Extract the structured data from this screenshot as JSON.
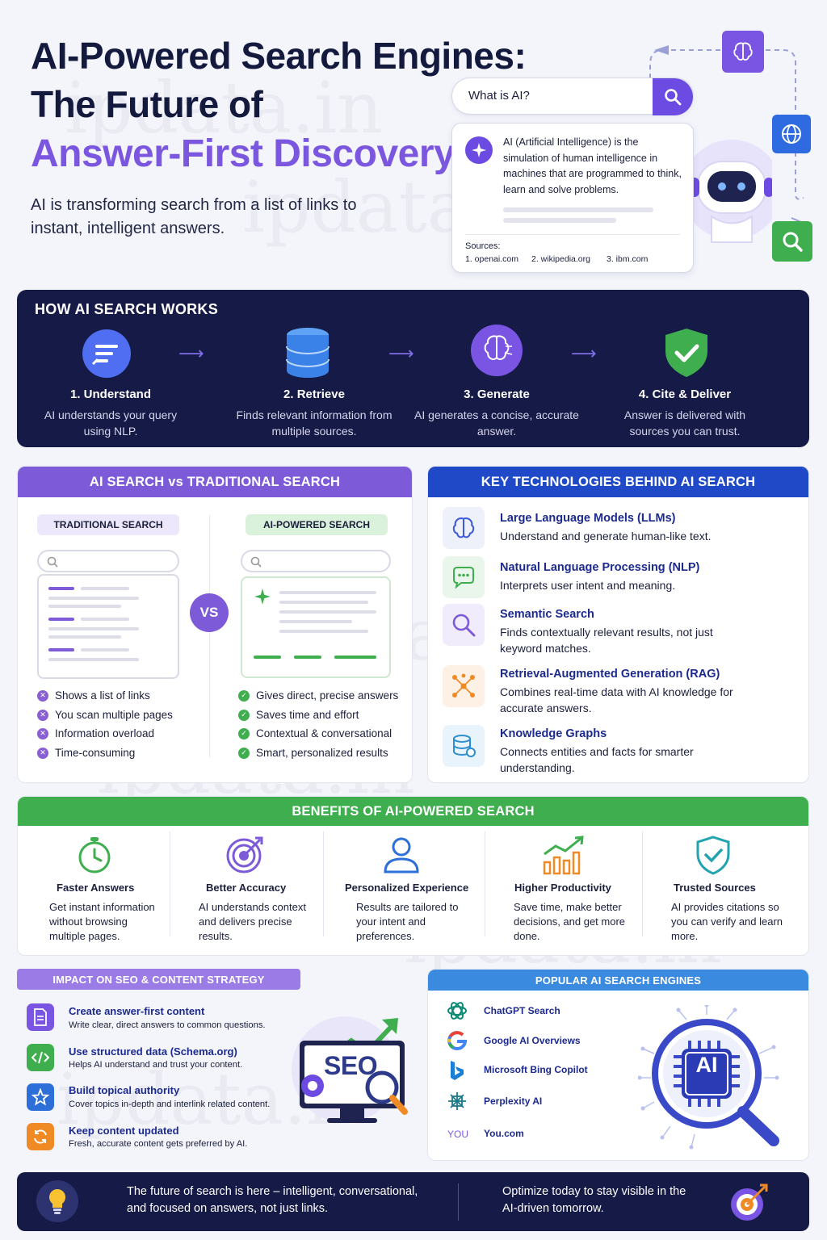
{
  "hero": {
    "title_line1": "AI-Powered Search Engines:",
    "title_line2": "The Future of",
    "title_line3": "Answer-First Discovery",
    "subtitle": "AI is transforming search from a list of links to instant, intelligent answers."
  },
  "demo": {
    "query": "What is AI?",
    "answer": "AI (Artificial Intelligence) is the simulation of human intelligence in machines that are programmed to think, learn and solve problems.",
    "sources_label": "Sources:",
    "sources": [
      "1. openai.com",
      "2. wikipedia.org",
      "3. ibm.com"
    ]
  },
  "how": {
    "title": "HOW AI SEARCH WORKS",
    "steps": [
      {
        "title": "1. Understand",
        "desc": "AI understands your query using NLP.",
        "icon": "text-lines-icon"
      },
      {
        "title": "2. Retrieve",
        "desc": "Finds relevant information from multiple sources.",
        "icon": "database-icon"
      },
      {
        "title": "3. Generate",
        "desc": "AI generates a concise, accurate answer.",
        "icon": "brain-icon"
      },
      {
        "title": "4. Cite & Deliver",
        "desc": "Answer is delivered with sources you can trust.",
        "icon": "shield-check-icon"
      }
    ]
  },
  "compare": {
    "title": "AI SEARCH vs TRADITIONAL SEARCH",
    "traditional_label": "TRADITIONAL SEARCH",
    "ai_label": "AI-POWERED SEARCH",
    "vs": "VS",
    "traditional_points": [
      "Shows a list of links",
      "You scan multiple pages",
      "Information overload",
      "Time-consuming"
    ],
    "ai_points": [
      "Gives direct, precise answers",
      "Saves time and effort",
      "Contextual & conversational",
      "Smart, personalized results"
    ]
  },
  "tech": {
    "title": "KEY TECHNOLOGIES BEHIND AI SEARCH",
    "items": [
      {
        "title": "Large Language Models (LLMs)",
        "desc": "Understand and generate human-like text."
      },
      {
        "title": "Natural Language Processing (NLP)",
        "desc": "Interprets user intent and meaning."
      },
      {
        "title": "Semantic Search",
        "desc": "Finds contextually relevant results, not just keyword matches."
      },
      {
        "title": "Retrieval-Augmented Generation (RAG)",
        "desc": "Combines real-time data with AI knowledge for accurate answers."
      },
      {
        "title": "Knowledge Graphs",
        "desc": "Connects entities and facts for smarter understanding."
      }
    ]
  },
  "benefits": {
    "title": "BENEFITS OF AI-POWERED SEARCH",
    "items": [
      {
        "title": "Faster Answers",
        "desc": "Get instant information without browsing multiple pages."
      },
      {
        "title": "Better Accuracy",
        "desc": "AI understands context and delivers precise results."
      },
      {
        "title": "Personalized Experience",
        "desc": "Results are tailored to your intent and preferences."
      },
      {
        "title": "Higher Productivity",
        "desc": "Save time, make better decisions, and get more done."
      },
      {
        "title": "Trusted Sources",
        "desc": "AI provides citations so you can verify and learn more."
      }
    ]
  },
  "seo": {
    "title": "IMPACT ON SEO & CONTENT STRATEGY",
    "badge": "SEO",
    "items": [
      {
        "title": "Create answer-first content",
        "desc": "Write clear, direct answers to common questions."
      },
      {
        "title": "Use structured data (Schema.org)",
        "desc": "Helps AI understand and trust your content."
      },
      {
        "title": "Build topical authority",
        "desc": "Cover topics in-depth and interlink related content."
      },
      {
        "title": "Keep content updated",
        "desc": "Fresh, accurate content gets preferred by AI."
      }
    ]
  },
  "engines": {
    "title": "POPULAR AI SEARCH ENGINES",
    "chip": "AI",
    "items": [
      {
        "name": "ChatGPT Search",
        "icon": "openai-icon"
      },
      {
        "name": "Google AI Overviews",
        "icon": "google-icon"
      },
      {
        "name": "Microsoft Bing Copilot",
        "icon": "bing-icon"
      },
      {
        "name": "Perplexity AI",
        "icon": "perplexity-icon"
      },
      {
        "name": "You.com",
        "icon": "you-icon",
        "logo_text": "YOU"
      }
    ]
  },
  "footer": {
    "left": "The future of search is here – intelligent, conversational, and focused on answers, not just links.",
    "right": "Optimize today to stay visible in the AI-driven tomorrow."
  },
  "watermark": "ipdata.in",
  "colors": {
    "navy": "#161a46",
    "purple": "#7b57e0",
    "blue": "#1f49c7",
    "green": "#3fae4f",
    "link_blue": "#1c2a8f"
  }
}
